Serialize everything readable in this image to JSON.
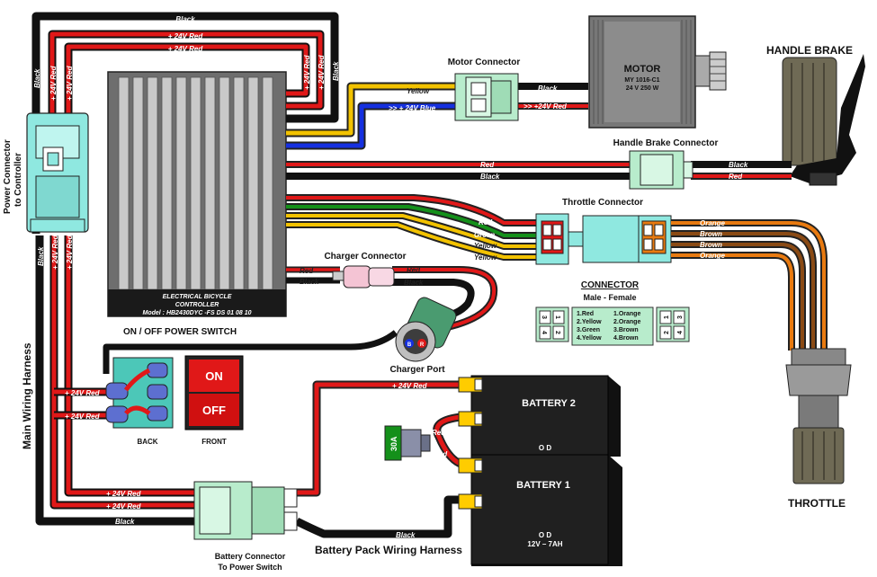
{
  "motor": {
    "title": "MOTOR",
    "model": "MY 1016-C1",
    "spec": "24 V 250 W"
  },
  "labels": {
    "handle_brake": "HANDLE BRAKE",
    "motor_connector": "Motor Connector",
    "handle_brake_connector": "Handle Brake Connector",
    "throttle_connector": "Throttle Connector",
    "charger_connector": "Charger Connector",
    "charger_port": "Charger Port",
    "onoff": "ON / OFF POWER SWITCH",
    "power_connector_line1": "Power Connector",
    "power_connector_line2": "to Controller",
    "main_harness": "Main Wiring Harness",
    "battery_connector_line1": "Battery Connector",
    "battery_connector_line2": "To Power Switch",
    "battery_pack_harness": "Battery Pack Wiring Harness",
    "throttle": "THROTTLE",
    "back": "BACK",
    "front": "FRONT",
    "on": "ON",
    "off": "OFF",
    "fuse": "30A",
    "charger_b": "B",
    "charger_r": "R"
  },
  "controller": {
    "line1": "ELECTRICAL BICYCLE",
    "line2": "CONTROLLER",
    "line3": "Model : HB2430DYC -FS DS 01 08 10"
  },
  "battery2": {
    "title": "BATTERY 2",
    "od": "O D"
  },
  "battery1": {
    "title": "BATTERY 1",
    "od": "O D",
    "spec": "12V – 7AH"
  },
  "connector_legend": {
    "title": "CONNECTOR",
    "subtitle": "Male  -  Female",
    "male": [
      "1.Red",
      "2.Yellow",
      "3.Green",
      "4.Yellow"
    ],
    "female": [
      "1.Orange",
      "2.Orange",
      "3.Brown",
      "4.Brown"
    ],
    "pin_grid_left": [
      "3",
      "1",
      "4",
      "2"
    ],
    "pin_grid_right": [
      "1",
      "3",
      "2",
      "4"
    ]
  },
  "wires": {
    "black": "Black",
    "red24": "+ 24V Red",
    "yellow": "Yellow",
    "blue24": ">> + 24V Blue",
    "red24_motor": ">> +24V Red",
    "red": "Red",
    "green": "Green",
    "orange": "Orange",
    "brown": "Brown"
  },
  "colors": {
    "red": "#e01818",
    "black": "#111111",
    "yellow": "#f2c200",
    "blue": "#1530e0",
    "green": "#14901a",
    "orange": "#e87a10",
    "brown": "#8a4a14",
    "cyan": "#8fe8e0",
    "mint": "#b8eccc"
  }
}
